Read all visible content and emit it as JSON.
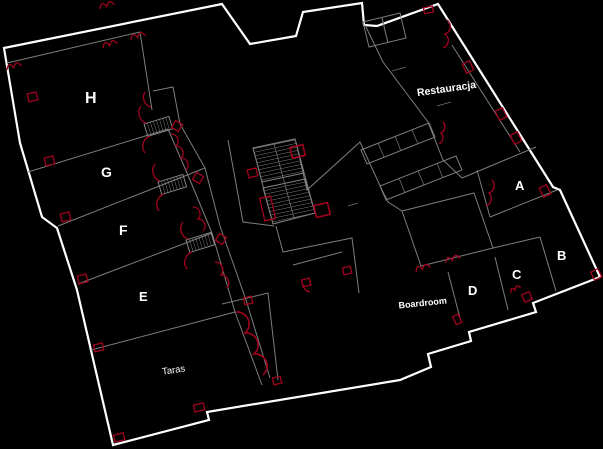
{
  "drawing": {
    "type": "floor-plan",
    "background": "#000000",
    "colors": {
      "exterior_wall": "#ffffff",
      "interior_wall": "#7d7d7d",
      "door_marker_red": "#a3001e",
      "label_text": "#ffffff"
    },
    "rooms": {
      "h": {
        "label": "H"
      },
      "g": {
        "label": "G"
      },
      "f": {
        "label": "F"
      },
      "e": {
        "label": "E"
      },
      "a": {
        "label": "A"
      },
      "b": {
        "label": "B"
      },
      "c": {
        "label": "C"
      },
      "d": {
        "label": "D"
      },
      "restaurant": {
        "label": "Restauracja"
      },
      "boardroom": {
        "label": "Boardroom"
      },
      "terrace": {
        "label": "Taras"
      }
    }
  }
}
